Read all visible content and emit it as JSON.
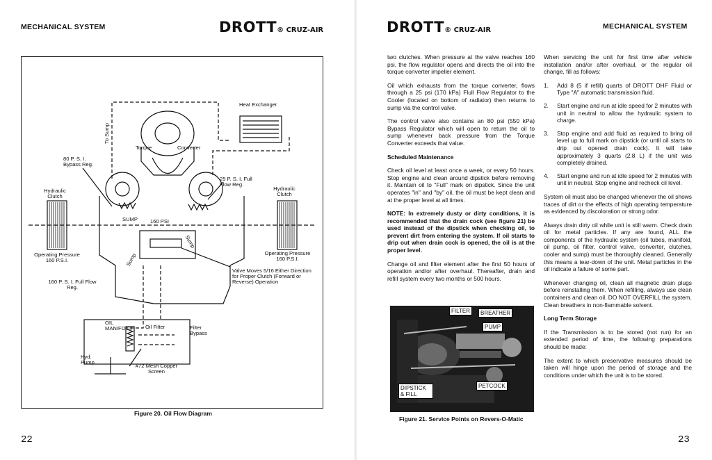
{
  "left_page": {
    "header_section": "MECHANICAL SYSTEM",
    "brand": "DROTT",
    "brand_sub": "CRUZ-AIR",
    "page_number": "22",
    "figure_caption": "Figure 20.  Oil Flow Diagram",
    "diagram_labels": {
      "heat_exchanger": "Heat Exchanger",
      "to_sump": "To Sump",
      "torque": "Torque",
      "converter": "Converter",
      "bypass_reg": "80 P. S. I. Bypass Reg.",
      "full_flow_reg_25": "25 P. S. I. Full Flow Reg.",
      "hydraulic_clutch_left": "Hydraulic Clutch",
      "hydraulic_clutch_right": "Hydraulic Clutch",
      "sump": "SUMP",
      "psi_160": "160 PSI",
      "sump_left": "Sump",
      "sump_right": "Sump",
      "operating_pressure_left": "Operating Pressure 160 P.S.I.",
      "operating_pressure_right": "Operating Pressure 160 P.S.I.",
      "full_flow_reg_160": "160 P. S. I. Full Flow Reg.",
      "valve_moves": "Valve Moves 5/16 Either Direction for Proper Clutch (Forward or Reverse) Operation",
      "oil_manifold": "OIL MANIFOLD",
      "oil_filter": "Oil Filter",
      "filter_bypass": "Filter Bypass",
      "hyd_pump": "Hyd. Pump",
      "mesh_screen": "#72 Mesh Copper Screen"
    }
  },
  "right_page": {
    "brand": "DROTT",
    "brand_sub": "CRUZ-AIR",
    "header_section": "MECHANICAL SYSTEM",
    "page_number": "23",
    "col1": {
      "p1": "two clutches. When pressure at the valve reaches 160 psi, the flow regulator opens and directs the oil into the torque converter impeller element.",
      "p2": "Oil which exhausts from the torque converter, flows through a 25 psi (170 kPa) Flull Flow Regulator to the Cooler (located on bottom of radiator) then returns to sump via the control valve.",
      "p3": "The control valve also contains an 80 psi (550 kPa) Bypass Regulator which will open to return the oil to sump whenever back pressure from the Torque Converter exceeds that value.",
      "heading": "Scheduled Maintenance",
      "p4": "Check oil level at least once a week, or every 50 hours. Stop engine and clean around dipstick before removing it. Maintain oil to \"Full\" mark on dipstick. Since the unit operates \"in\" and \"by\" oil, the oil must be kept clean and at the proper level at all times.",
      "note": "NOTE: In extremely dusty or dirty conditions, it is recommended that the drain cock (see figure 21) be used instead of the dipstick when checking oil, to prevent dirt from entering the system. If oil starts to drip out when drain cock is opened, the oil is at the proper level.",
      "p5": "Change oil and filter element after the first 50 hours of operation and/or after overhaul. Thereafter, drain and refill system every two months or 500 hours."
    },
    "photo_labels": {
      "filter": "FILTER",
      "breather": "BREATHER",
      "pump": "PUMP",
      "dipstick": "DIPSTICK & FILL",
      "petcock": "PETCOCK"
    },
    "figure_caption": "Figure 21. Service Points on Revers-O-Matic",
    "col2": {
      "intro": "When servicing the unit for first time after vehicle installation and/or after overhaul, or the regular oil change, fill as follows:",
      "steps": [
        {
          "n": "1.",
          "text": "Add 8 (5 if refill) quarts of DROTT DHF Fluid or Type \"A\" automatic transmission fluid."
        },
        {
          "n": "2.",
          "text": "Start engine and run at idle speed for 2 minutes with unit in neutral to allow the hydraulic system to charge."
        },
        {
          "n": "3.",
          "text": "Stop engine and add fluid as required to bring oil level up to full mark on dipstick (or until oil starts to drip out opened drain cock). It will take approximately 3 quarts (2.8 L) if the unit was completely drained."
        },
        {
          "n": "4.",
          "text": "Start engine and run at idle speed for 2 minutes with unit in neutral. Stop engine and recheck cil level."
        }
      ],
      "p1": "System oil must also be changed whenever the oil shows traces of dirt or the effects of high operating temperature as evidenced by discoloration or strong odor.",
      "p2": "Always drain dirty oil while unit is still warm. Check drain oil for metal particles. If any are found, ALL the components of the hydraulic system (oil tubes, manifold, oil pump, oil filter, control valve, converter, clutches, cooler and sump) must be thoroughly cleaned. Generally this means a tear-down of the unit. Metal particles in the oil indicate a failure of some part.",
      "p3": "Whenever changing oil, clean all magnetic drain plugs before reinstalling them. When refilling, always use clean containers and clean oil. DO NOT OVERFILL the system. Clean breathers in non-flammable solvent.",
      "heading": "Long Term Storage",
      "p4": "If the Transmission is to be stored (not run) for an extended period of time, the following preparations should be made:",
      "p5": "The extent to which preservative measures should be taken will hinge upon the period of storage and the conditions under which the unit is to be stored."
    }
  }
}
